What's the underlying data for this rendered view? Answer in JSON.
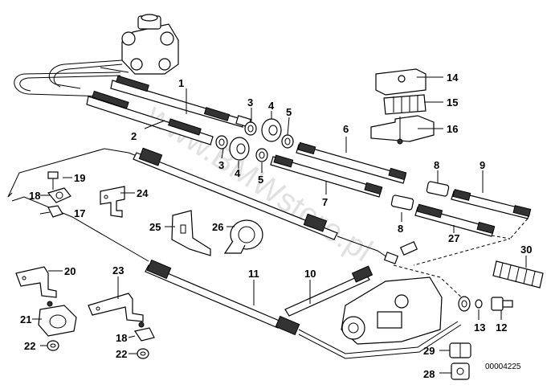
{
  "watermark": "www.BMWstore.pl",
  "reference_number": "00004225",
  "labels": {
    "l1": "1",
    "l2": "2",
    "l3a": "3",
    "l3b": "3",
    "l4a": "4",
    "l4b": "4",
    "l5a": "5",
    "l5b": "5",
    "l6": "6",
    "l7": "7",
    "l8a": "8",
    "l8b": "8",
    "l9": "9",
    "l10": "10",
    "l11": "11",
    "l12": "12",
    "l13": "13",
    "l14": "14",
    "l15": "15",
    "l16": "16",
    "l17": "17",
    "l18a": "18",
    "l18b": "18",
    "l19": "19",
    "l20": "20",
    "l21": "21",
    "l22a": "22",
    "l22b": "22",
    "l23": "23",
    "l24": "24",
    "l25": "25",
    "l26": "26",
    "l27": "27",
    "l28": "28",
    "l29": "29",
    "l30": "30"
  }
}
